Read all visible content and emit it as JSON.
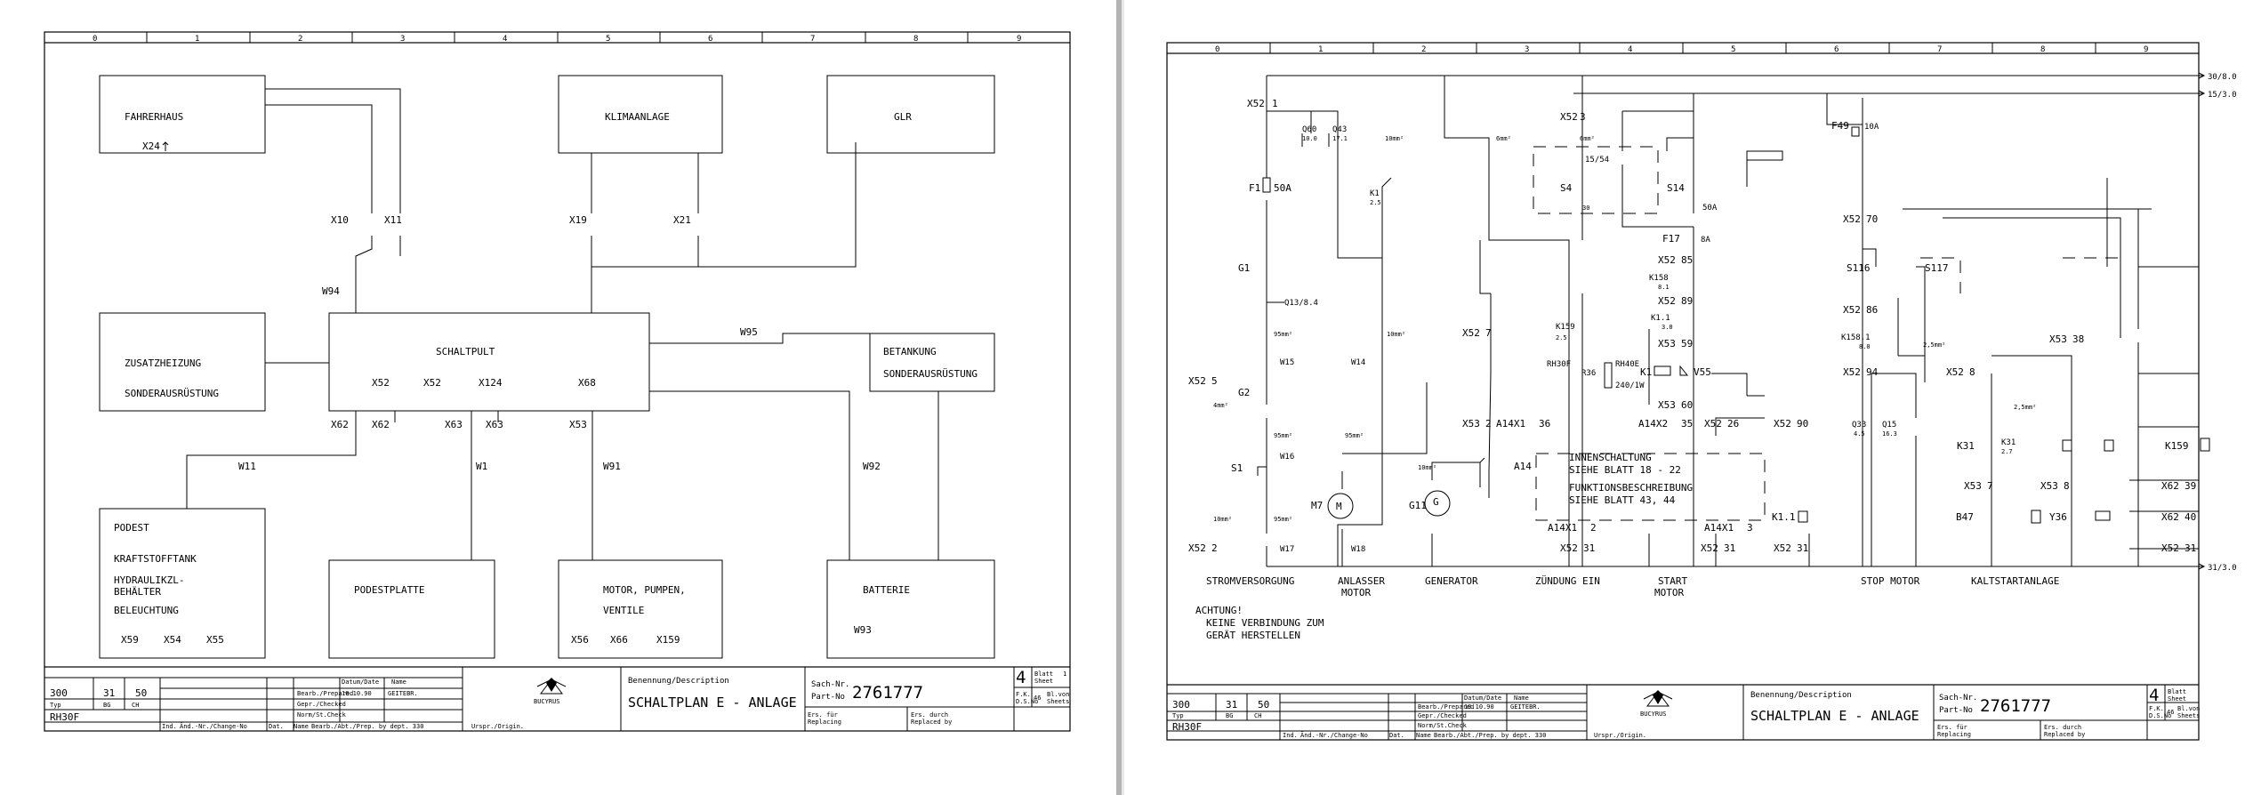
{
  "left_sheet": {
    "column_numbers": [
      "0",
      "1",
      "2",
      "3",
      "4",
      "5",
      "6",
      "7",
      "8",
      "9"
    ],
    "boxes": {
      "fahrerhaus": {
        "label": "FAHRERHAUS",
        "connector": "X24"
      },
      "klimaanlage": {
        "label": "KLIMAANLAGE"
      },
      "glr": {
        "label": "GLR"
      },
      "zusatzheizung": {
        "line1": "ZUSATZHEIZUNG",
        "line2": "SONDERAUSRÜSTUNG"
      },
      "schaltpult": {
        "label": "SCHALTPULT",
        "connectors": [
          "X52",
          "X52",
          "X124",
          "X68"
        ]
      },
      "betankung": {
        "line1": "BETANKUNG",
        "line2": "SONDERAUSRÜSTUNG"
      },
      "podest": {
        "lines": [
          "PODEST",
          "KRAFTSTOFFTANK",
          "HYDRAULIKZL-",
          "BEHÄLTER",
          "BELEUCHTUNG"
        ],
        "connectors": [
          "X59",
          "X54",
          "X55"
        ]
      },
      "podestplatte": {
        "label": "PODESTPLATTE"
      },
      "motor": {
        "line1": "MOTOR,  PUMPEN,",
        "line2": "VENTILE",
        "connectors": [
          "X56",
          "X66",
          "X159"
        ]
      },
      "batterie": {
        "label": "BATTERIE",
        "cable": "W93"
      }
    },
    "connectors": {
      "x10": "X10",
      "x11": "X11",
      "x19": "X19",
      "x21": "X21",
      "x62a": "X62",
      "x62b": "X62",
      "x63a": "X63",
      "x63b": "X63",
      "x53": "X53"
    },
    "cables": {
      "w94": "W94",
      "w95": "W95",
      "w11": "W11",
      "w1": "W1",
      "w91": "W91",
      "w92": "W92"
    }
  },
  "right_sheet": {
    "column_numbers": [
      "0",
      "1",
      "2",
      "3",
      "4",
      "5",
      "6",
      "7",
      "8",
      "9"
    ],
    "rails": {
      "r30": "30/8.0",
      "r15": "15/3.0",
      "r31": "31/3.0"
    },
    "labels": {
      "x52_1": "X52",
      "x52_1n": "1",
      "x52_3": "X52",
      "x52_3n": "3",
      "q60": "Q60",
      "q60v": "10.0",
      "q43": "Q43",
      "q43v": "17.1",
      "mm10a": "10mm²",
      "mm6": "6mm²",
      "mm10b": "10mm²",
      "mm95a": "95mm²",
      "mm95b": "95mm²",
      "mm95c": "95mm²",
      "mm95d": "95mm²",
      "mm4": "4mm²",
      "mm10c": "10mm²",
      "mm10d": "10mm²",
      "mm25a": "2,5mm²",
      "mm25b": "2,5mm²",
      "f1": "F1",
      "f1v": "50A",
      "k1": "K1",
      "k1v": "2.5",
      "s4": "S4",
      "s14": "S14",
      "n30": "30",
      "n15_54": "15/54",
      "a50": "50A",
      "f49": "F49",
      "f49v": "10A",
      "f17": "F17",
      "f17v": "8A",
      "g1": "G1",
      "q13": "Q13/8.4",
      "g2": "G2",
      "w15": "W15",
      "w14": "W14",
      "w16": "W16",
      "w17": "W17",
      "w18": "W18",
      "x52_5": "X52",
      "x52_5n": "5",
      "x52_2": "X52",
      "x52_2n": "2",
      "x52_7": "X52",
      "x52_7n": "7",
      "x53_2": "X53",
      "x53_2n": "2",
      "k159": "K159",
      "k159v": "2.5",
      "r36": "R36",
      "rh40e": "RH40E",
      "rh40ev": "240/1W",
      "rh30f": "RH30F",
      "x52_85": "X52",
      "x52_85n": "85",
      "k158": "K158",
      "k158v": "8.1",
      "x52_89": "X52",
      "x52_89n": "89",
      "k11": "K1.1",
      "k11v": "3.0",
      "x53_59": "X53",
      "x53_59n": "59",
      "k1b": "K1",
      "v55": "V55",
      "x53_60": "X53",
      "x53_60n": "60",
      "a14": "A14",
      "a14x1_36": "A14X1",
      "a14x1_36n": "36",
      "a14x2_35": "A14X2",
      "a14x2_35n": "35",
      "x52_26": "X52",
      "x52_26n": "26",
      "x52_90": "X52",
      "x52_90n": "90",
      "innen1": "INNENSCHALTUNG",
      "innen2": "SIEHE BLATT  18 - 22",
      "funk1": "FUNKTIONSBESCHREIBUNG",
      "funk2": "SIEHE BLATT  43, 44",
      "a14x1_2": "A14X1",
      "a14x1_2n": "2",
      "a14x1_3": "A14X1",
      "a14x1_3n": "3",
      "x52_31a": "X52",
      "x52_31an": "31",
      "x52_31b": "X52",
      "x52_31bn": "31",
      "x52_31c": "X52",
      "x52_31cn": "31",
      "x52_31d": "X52",
      "x52_31dn": "31",
      "s1": "S1",
      "m7": "M7",
      "m": "M",
      "g11": "G11",
      "g": "G",
      "x52_70": "X52",
      "x52_70n": "70",
      "s116": "S116",
      "s117": "S117",
      "x52_86": "X52",
      "x52_86n": "86",
      "k1581": "K158.1",
      "k1581v": "8.0",
      "x52_94": "X52",
      "x52_94n": "94",
      "q33": "Q33",
      "q33v": "4.5",
      "q15": "Q15",
      "q15v": "16.3",
      "x52_8": "X52",
      "x52_8n": "8",
      "k31a": "K31",
      "k31b": "K31",
      "k31v": "2.7",
      "x53_38": "X53",
      "x53_38n": "38",
      "k159b": "K159",
      "x53_7": "X53",
      "x53_7n": "7",
      "x53_8": "X53",
      "x53_8n": "8",
      "b47": "B47",
      "y36": "Y36",
      "k11b": "K1.1",
      "x62_39": "X62",
      "x62_39n": "39",
      "x62_40": "X62",
      "x62_40n": "40"
    },
    "captions": [
      "STROMVERSORGUNG",
      "ANLASSER",
      "MOTOR",
      "GENERATOR",
      "ZÜNDUNG EIN",
      "START",
      "MOTOR",
      "STOP MOTOR",
      "KALTSTARTANLAGE"
    ],
    "note": {
      "title": "ACHTUNG!",
      "line1": "KEINE VERBINDUNG ZUM",
      "line2": "GERÄT HERSTELLEN"
    }
  },
  "title_block": {
    "model_row": [
      "300",
      "31",
      "50"
    ],
    "typ_label": "Typ",
    "typ_row": [
      "BG",
      "CH"
    ],
    "model_name": "RH30F",
    "datum_hdr": "Datum/Date",
    "name_hdr": "Name",
    "bearb": "Bearb./Prepared",
    "date": "10.10.90",
    "name": "GEITEBR.",
    "gepr": "Gepr./Checked",
    "norm": "Norm/St.Check",
    "footer": [
      "Ind.",
      "Änd.-Nr./Change-No",
      "Dat.",
      "Name",
      "Bearb./Abt./Prep. by dept. 330",
      "Urspr./Origin."
    ],
    "company": "BUCYRUS",
    "desc_label": "Benennung/Description",
    "description": "SCHALTPLAN E - ANLAGE",
    "sach_label": "Sach-Nr.",
    "part_label": "Part-No",
    "part_no": "2761777",
    "sheet_left": "4",
    "blatt": "Blatt",
    "sheet_lbl": "Sheet",
    "blatt_n": "1",
    "ers_fuer": "Ers. für",
    "replacing": "Replacing",
    "ers_durch": "Ers. durch",
    "replaced_by": "Replaced by",
    "fmt": "F.K.",
    "fmt_v": "D.S.No",
    "fmt_v2": "46",
    "bl_von": "Bl.von",
    "sheets": "Sheets"
  }
}
